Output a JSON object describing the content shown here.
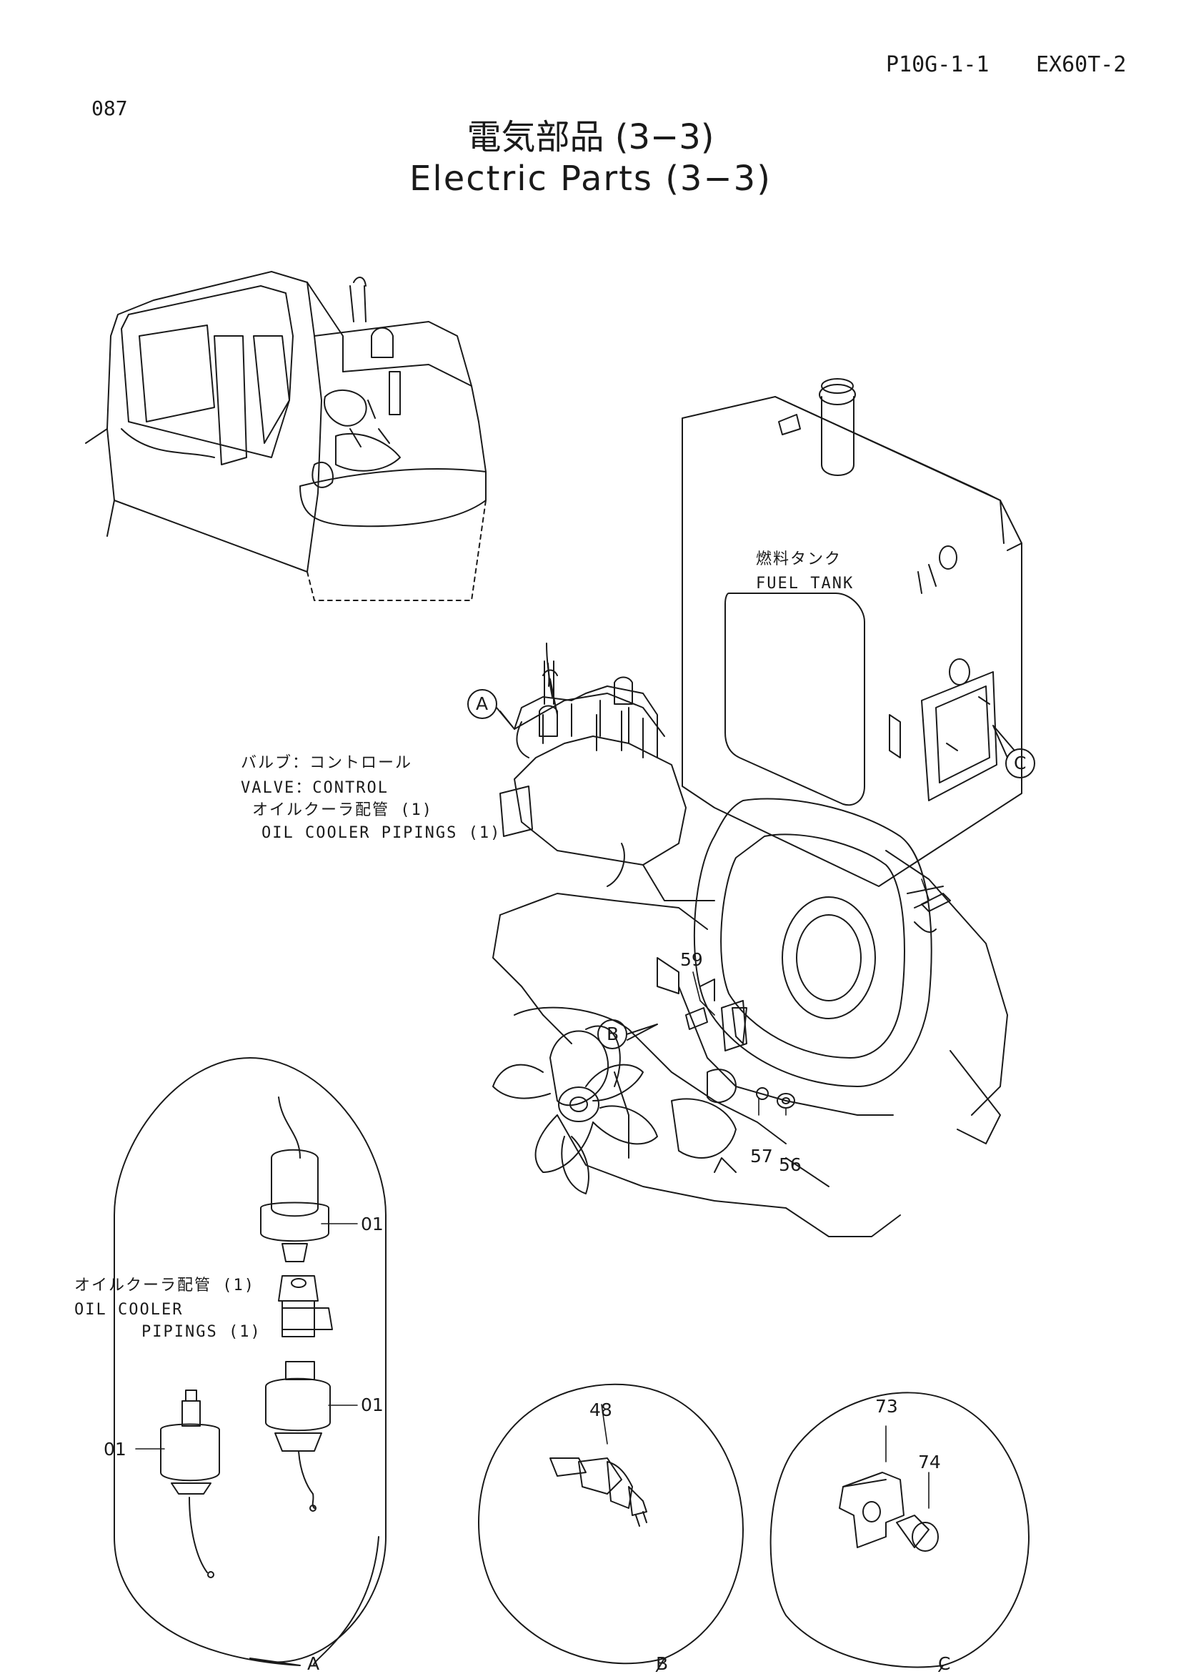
{
  "header": {
    "page_code": "P10G-1-1",
    "model": "EX60T-2",
    "page_number": "087",
    "title_jp": "電気部品 (3−3)",
    "title_en": "Electric Parts (3−3)"
  },
  "labels": {
    "fuel_tank_jp": "燃料タンク",
    "fuel_tank_en": "FUEL TANK",
    "valve_control_jp": "バルブ：コントロール",
    "valve_control_en": "VALVE：CONTROL",
    "oil_cooler_jp": "オイルクーラ配管 (1)",
    "oil_cooler_en": "OIL COOLER PIPINGS (1)",
    "detail_oil_cooler_jp": "オイルクーラ配管 (1)",
    "detail_oil_cooler_en_1": "OIL COOLER",
    "detail_oil_cooler_en_2": "PIPINGS (1)"
  },
  "callouts": [
    "A",
    "B",
    "C"
  ],
  "part_numbers": {
    "p59": "59",
    "p57": "57",
    "p56": "56",
    "p01_top": "01",
    "p01_mid": "01",
    "p01_left": "01",
    "p48": "48",
    "p73": "73",
    "p74": "74"
  },
  "detail_views": {
    "a": "A",
    "b": "B",
    "c": "C"
  }
}
